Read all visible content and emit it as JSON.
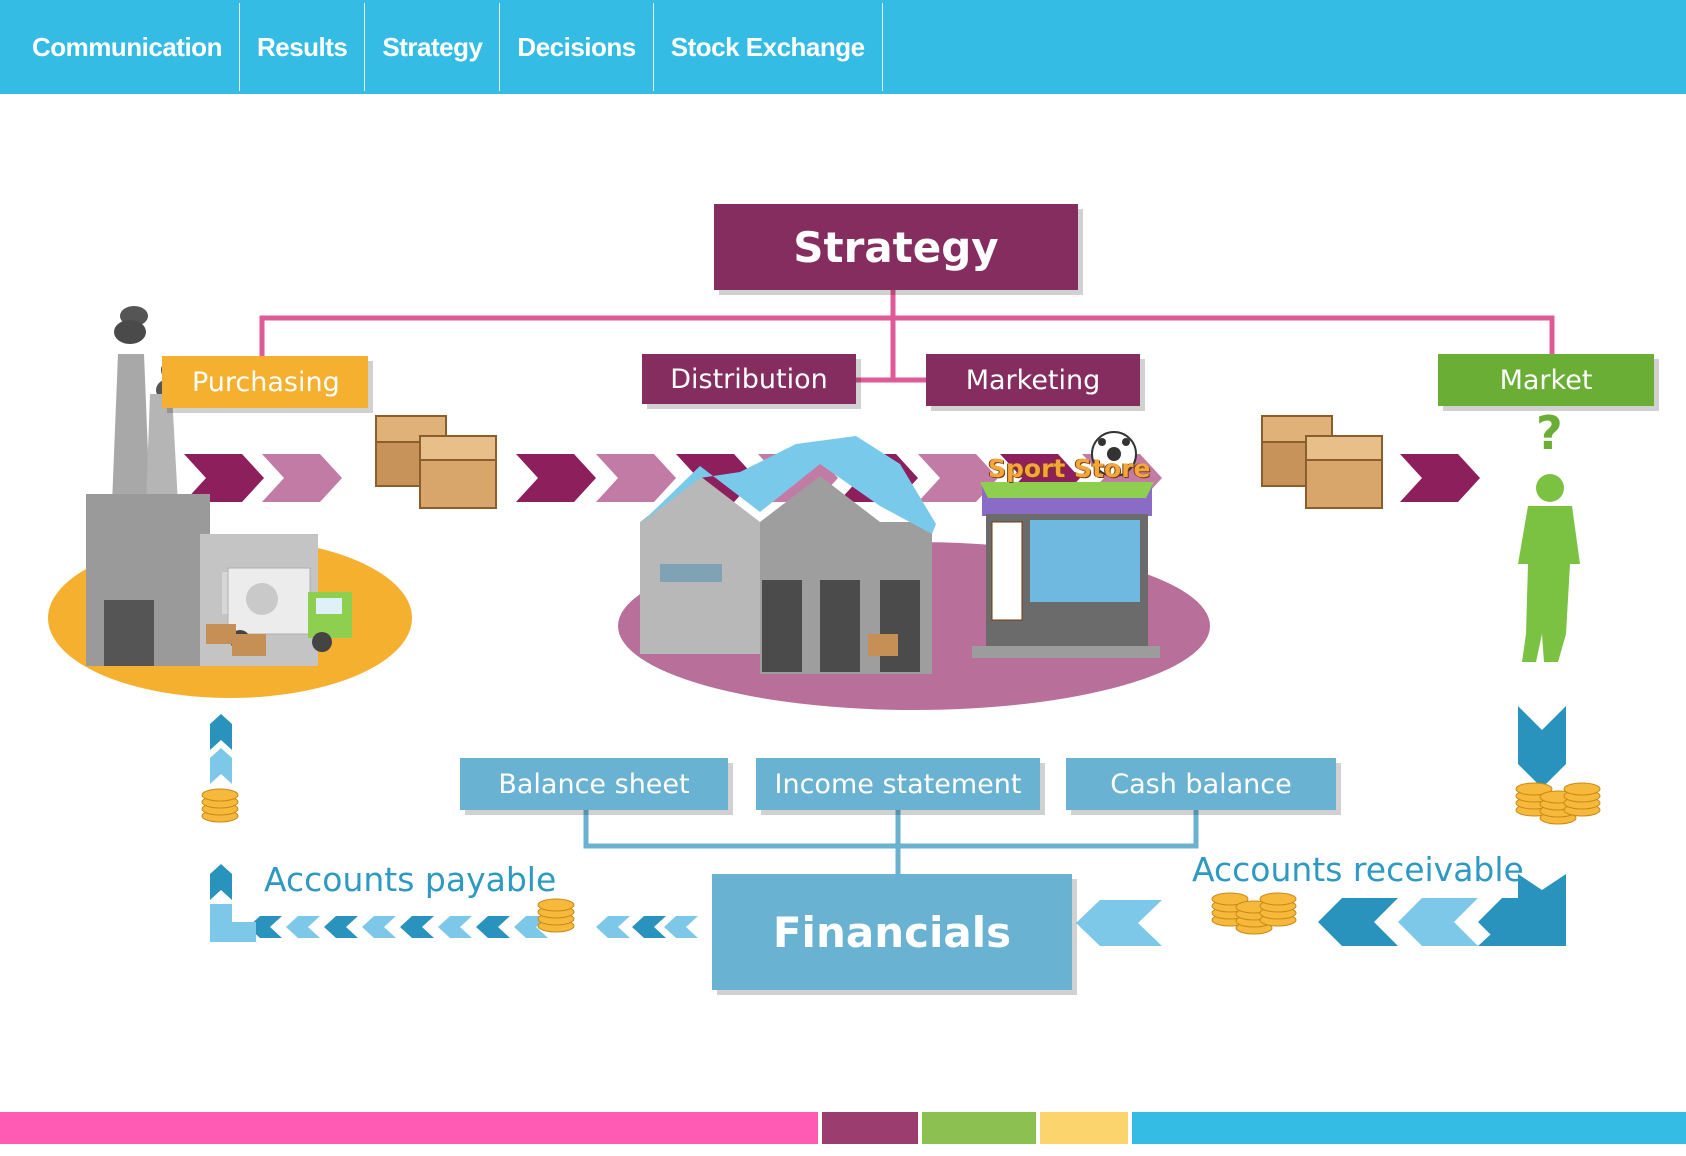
{
  "nav": {
    "items": [
      {
        "label": "Communication"
      },
      {
        "label": "Results"
      },
      {
        "label": "Strategy"
      },
      {
        "label": "Decisions"
      },
      {
        "label": "Stock Exchange"
      }
    ]
  },
  "diagram": {
    "strategy": "Strategy",
    "purchasing": "Purchasing",
    "distribution": "Distribution",
    "marketing": "Marketing",
    "market": "Market",
    "market_question": "?",
    "store_sign": "Sport Store",
    "balance_sheet": "Balance sheet",
    "income_statement": "Income statement",
    "cash_balance": "Cash balance",
    "financials": "Financials",
    "accounts_payable": "Accounts payable",
    "accounts_receivable": "Accounts receivable"
  },
  "colors": {
    "nav_bg": "#35bce4",
    "strategy": "#862d60",
    "purchasing": "#f5b02f",
    "market": "#6aae35",
    "financial": "#6ab2d2",
    "bottom_bar": [
      "#ff5ab4",
      "#9b3d6e",
      "#8cc152",
      "#fbd46d",
      "#35bce4"
    ]
  },
  "icons": {
    "factory": "factory-icon",
    "boxes": "boxes-icon",
    "warehouse": "warehouse-icon",
    "store": "store-icon",
    "ball": "soccer-ball-icon",
    "person": "person-silhouette-icon",
    "coins": "coins-icon",
    "truck": "truck-icon"
  }
}
